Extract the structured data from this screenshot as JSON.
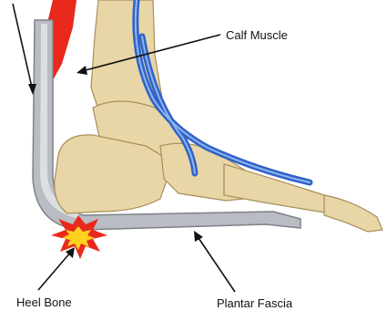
{
  "labels": {
    "calf_muscle": "Calf Muscle",
    "heel_bone": "Heel Bone",
    "plantar_fascia": "Plantar Fascia"
  },
  "colors": {
    "bone_fill": "#e8d6a6",
    "bone_shade": "#c9ad74",
    "bone_outline": "#a88e5a",
    "tendon_fill": "#b9bcc2",
    "tendon_highlight": "#dcdee2",
    "tendon_outline": "#7e8189",
    "vein": "#2f63c8",
    "vein_highlight": "#8fb4f0",
    "muscle": "#e8291c",
    "pain_outer": "#e8291c",
    "pain_inner": "#ffd21f",
    "arrow": "#111111"
  }
}
